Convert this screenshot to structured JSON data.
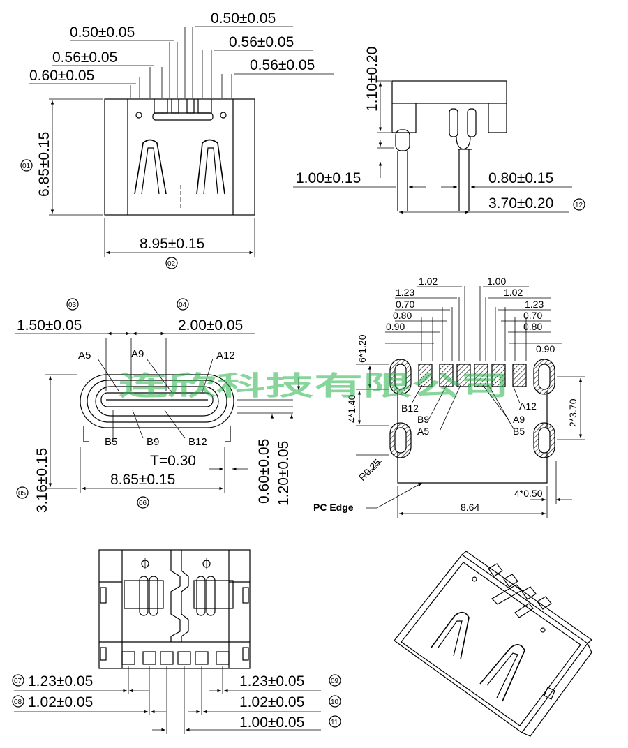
{
  "watermark": "连欣科技有限公司",
  "view_top": {
    "pitch_1": "0.50±0.05",
    "pitch_2": "0.50±0.05",
    "pitch_3": "0.56±0.05",
    "pitch_4": "0.56±0.05",
    "pitch_5": "0.60±0.05",
    "pitch_6": "0.56±0.05",
    "height": "6.85±0.15",
    "height_ref": "01",
    "width": "8.95±0.15",
    "width_ref": "02"
  },
  "view_side": {
    "height": "1.10±0.20",
    "pin_left": "1.00±0.15",
    "pin_right": "0.80±0.15",
    "pin_span": "3.70±0.20",
    "pin_span_ref": "12"
  },
  "view_front": {
    "ref_03": "03",
    "ref_04": "04",
    "offset_left": "1.50±0.05",
    "offset_right": "2.00±0.05",
    "pin_a5": "A5",
    "pin_a9": "A9",
    "pin_a12": "A12",
    "pin_b5": "B5",
    "pin_b9": "B9",
    "pin_b12": "B12",
    "thickness": "T=0.30",
    "width": "8.65±0.15",
    "width_ref": "06",
    "height": "3.16±0.15",
    "height_ref": "05",
    "standoff_1": "0.60±0.05",
    "standoff_2": "1.20±0.05"
  },
  "view_pcb": {
    "p_100": "1.00",
    "p_102a": "1.02",
    "p_102b": "1.02",
    "p_123a": "1.23",
    "p_123b": "1.23",
    "p_070a": "0.70",
    "p_070b": "0.70",
    "p_080a": "0.80",
    "p_080b": "0.80",
    "p_090a": "0.90",
    "p_090b": "0.90",
    "slot_h": "6*1.20",
    "slot_gap": "4*1.40",
    "slot_span": "2*3.70",
    "radius": "R0.25",
    "hole_w": "4*0.50",
    "width": "8.64",
    "pcb_edge": "PC Edge",
    "pin_b12": "B12",
    "pin_b9": "B9",
    "pin_a5": "A5",
    "pin_a12": "A12",
    "pin_a9": "A9",
    "pin_b5": "B5"
  },
  "view_bottom": {
    "ref_07": "07",
    "ref_08": "08",
    "ref_09": "09",
    "ref_10": "10",
    "ref_11": "11",
    "l_123": "1.23±0.05",
    "l_102": "1.02±0.05",
    "r_123": "1.23±0.05",
    "r_102": "1.02±0.05",
    "r_100": "1.00±0.05"
  }
}
